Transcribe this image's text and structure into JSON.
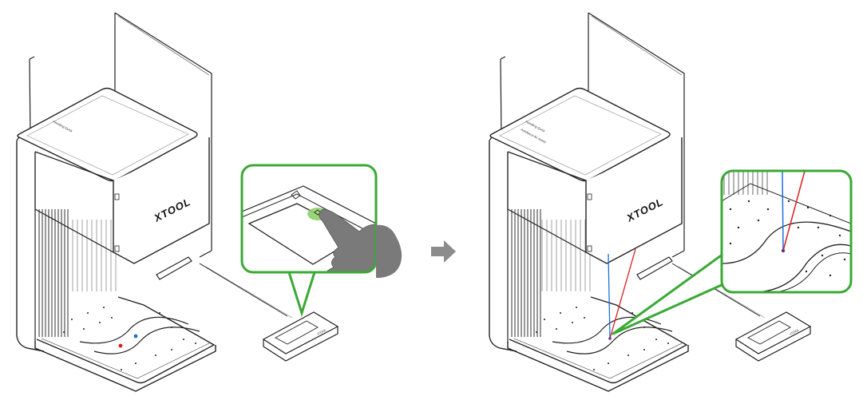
{
  "figure": {
    "brand": "XTOOL",
    "lid_text_left": "Handling Quick",
    "lid_text_right_1": "Handling Quick",
    "lid_text_right_2": "Autofocus Air Assist",
    "controller_text": "xTOOL",
    "arrow_icon": "right-arrow-icon",
    "pointer_icon": "hand-press-icon",
    "colors": {
      "outline": "#222222",
      "callout_border": "#3aa935",
      "button_highlight": "#8fd16a",
      "hand": "#7a7a7a",
      "laser_blue": "#1e6fd9",
      "laser_red": "#d81e1e",
      "arrow": "#8c8c8c"
    }
  }
}
